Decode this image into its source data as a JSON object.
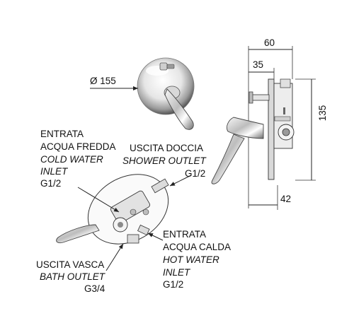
{
  "dimensions": {
    "diameter": "Ø 155",
    "width_total": "60",
    "width_inner": "35",
    "height": "135",
    "depth": "42"
  },
  "labels": {
    "cold_inlet": {
      "it": [
        "ENTRATA",
        "ACQUA FREDDA"
      ],
      "en": [
        "COLD WATER",
        "INLET"
      ],
      "size": "G1/2"
    },
    "shower_outlet": {
      "it": "USCITA DOCCIA",
      "en": "SHOWER OUTLET",
      "size": "G1/2"
    },
    "hot_inlet": {
      "it": [
        "ENTRATA",
        "ACQUA CALDA"
      ],
      "en": [
        "HOT WATER",
        "INLET"
      ],
      "size": "G1/2"
    },
    "bath_outlet": {
      "it": "USCITA VASCA",
      "en": "BATH OUTLET",
      "size": "G3/4"
    }
  }
}
